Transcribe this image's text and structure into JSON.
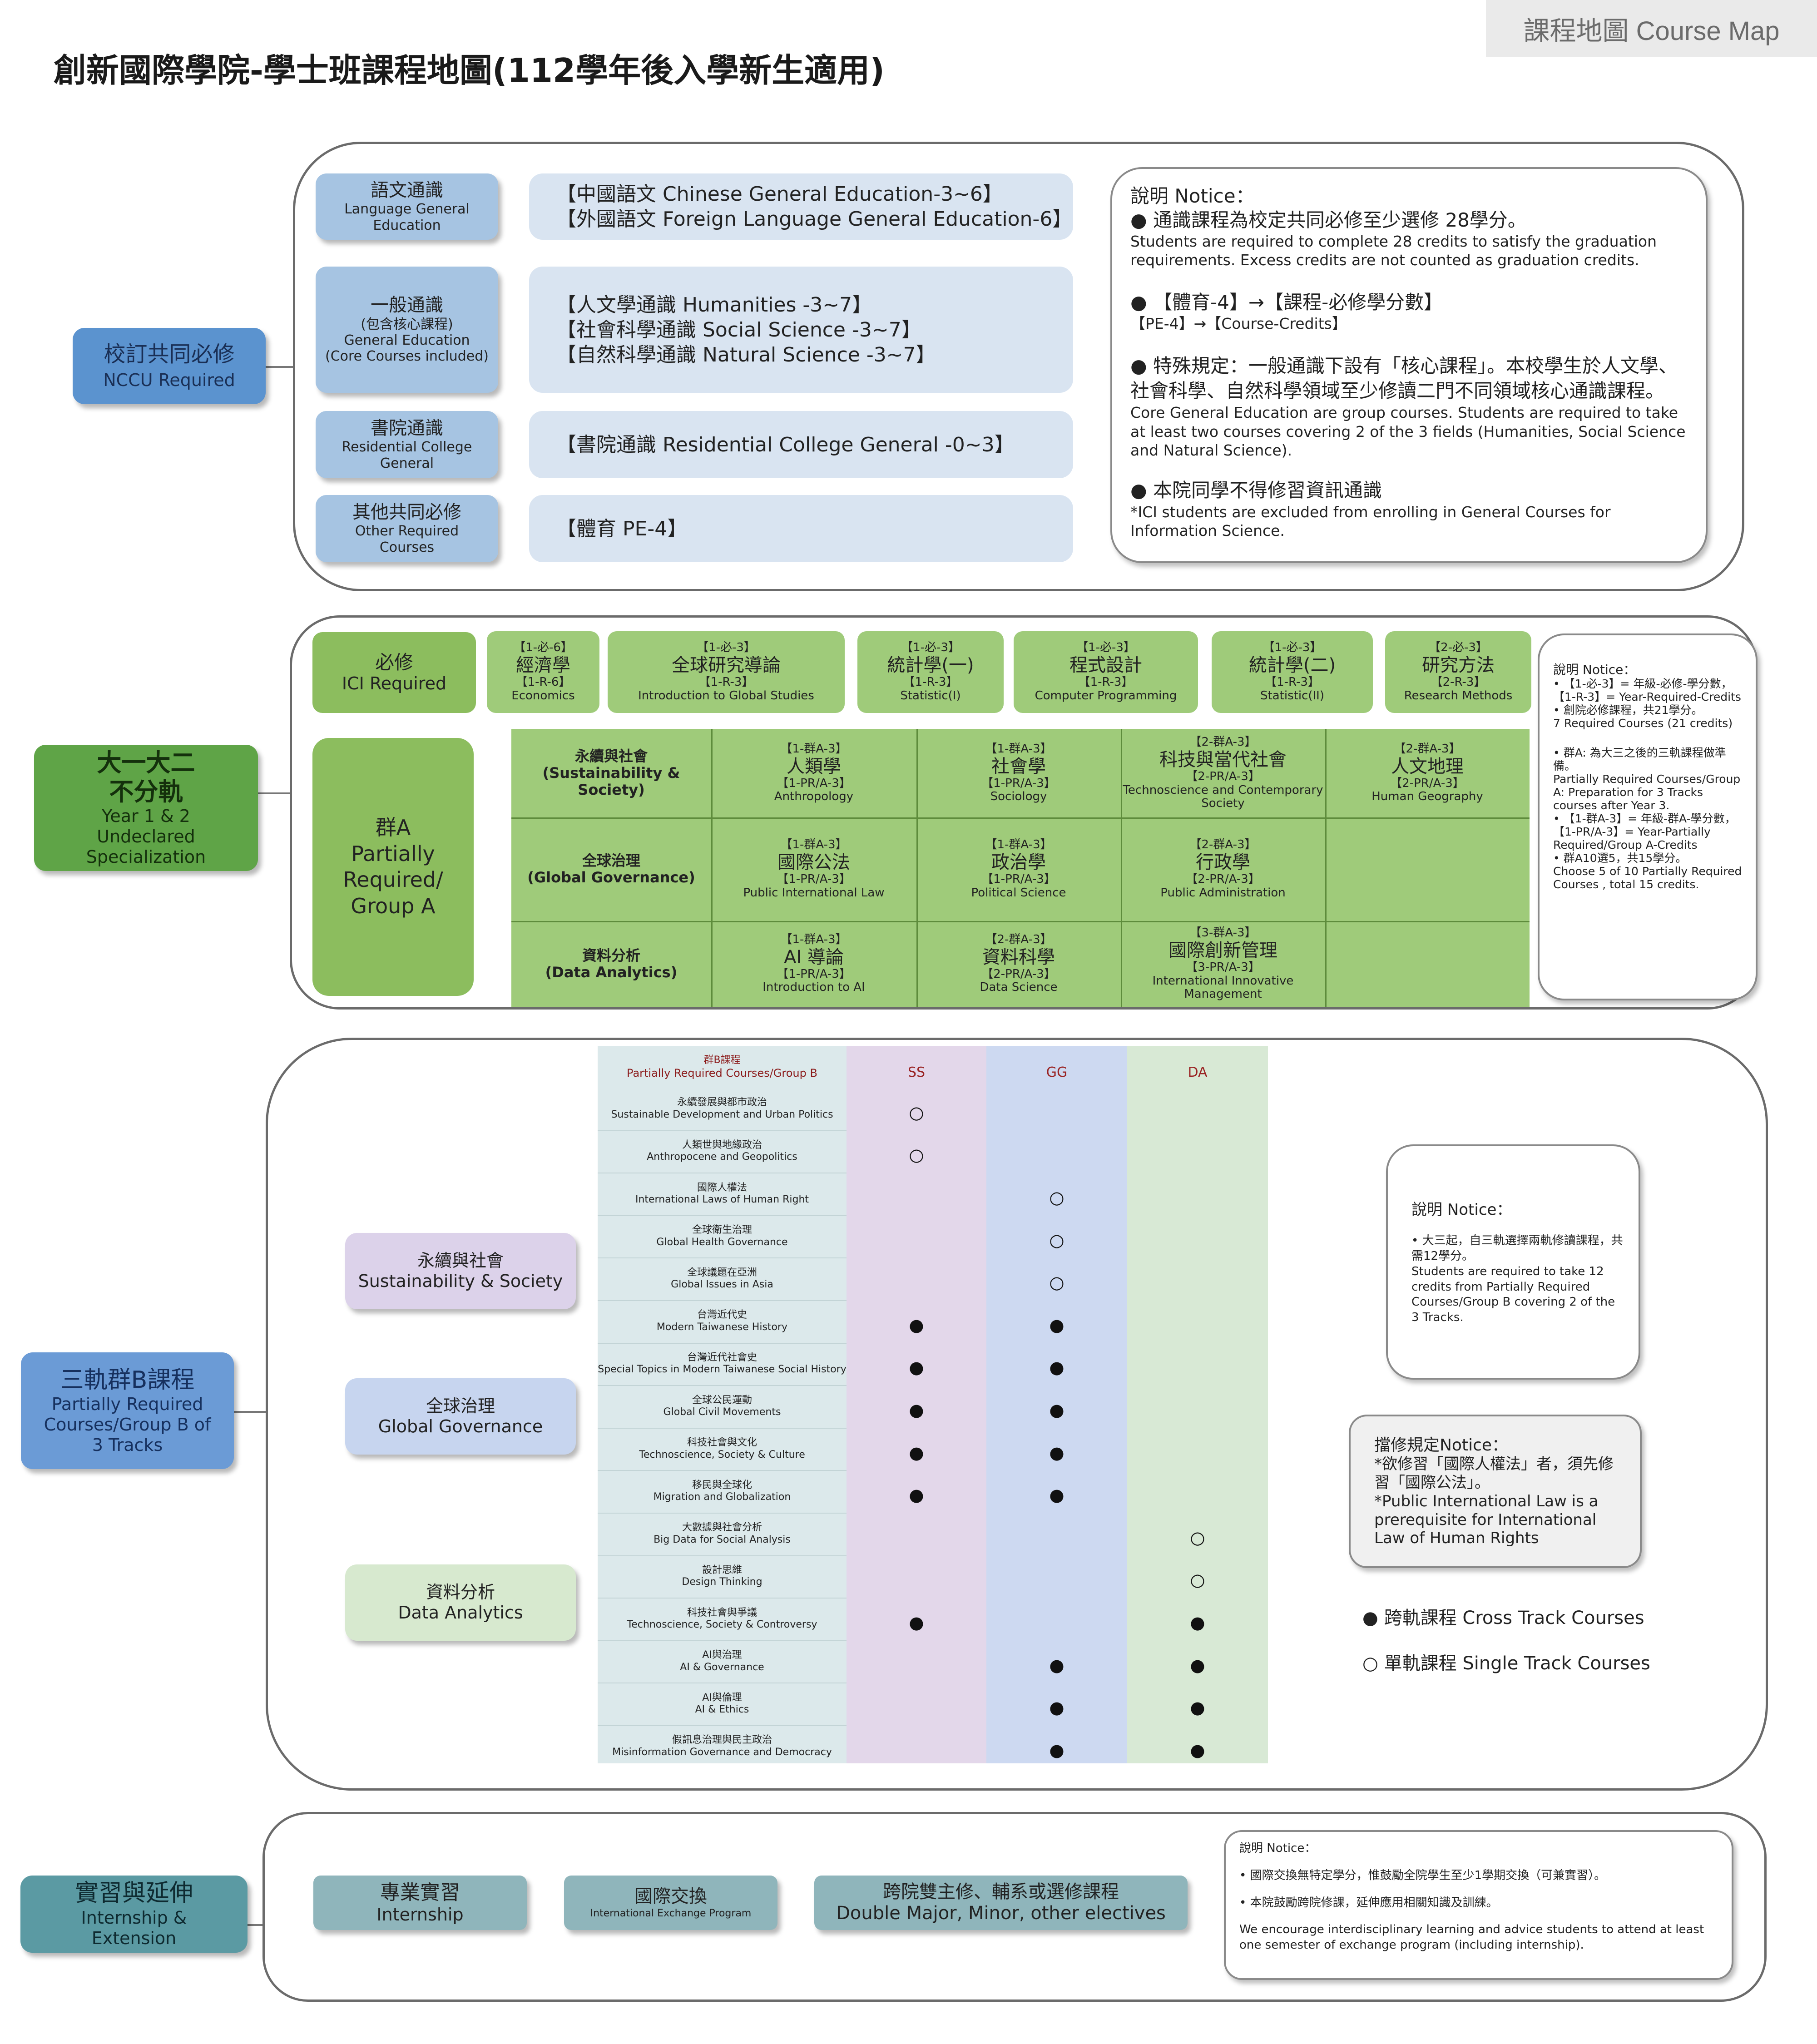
{
  "header": {
    "title": "創新國際學院-學士班課程地圖(112學年後入學新生適用)",
    "tag": "課程地圖 Course Map"
  },
  "sections": {
    "nccu": {
      "zh": "校訂共同必修",
      "en": "NCCU Required"
    },
    "year12": {
      "zh1": "大一大二",
      "zh2": "不分軌",
      "en1": "Year 1 & 2",
      "en2": "Undeclared",
      "en3": "Specialization"
    },
    "groupb": {
      "zh": "三軌群B課程",
      "en1": "Partially Required",
      "en2": "Courses/Group B of",
      "en3": "3 Tracks"
    },
    "intern": {
      "zh": "實習與延伸",
      "en1": "Internship &",
      "en2": "Extension"
    }
  },
  "general": {
    "rows": [
      {
        "zh": "語文通識",
        "en1": "Language General",
        "en2": "Education",
        "en3": "",
        "lines": [
          "【中國語文 Chinese General Education-3~6】",
          "【外國語文 Foreign Language General Education-6】"
        ]
      },
      {
        "zh": "一般通識",
        "en1": "(包含核心課程)",
        "en2": "General Education",
        "en3": "(Core Courses included)",
        "lines": [
          "【人文學通識 Humanities -3~7】",
          "【社會科學通識 Social Science -3~7】",
          "【自然科學通識 Natural Science -3~7】"
        ]
      },
      {
        "zh": "書院通識",
        "en1": "Residential College",
        "en2": "General",
        "en3": "",
        "lines": [
          "【書院通識 Residential College General -0~3】"
        ]
      },
      {
        "zh": "其他共同必修",
        "en1": "Other Required",
        "en2": "Courses",
        "en3": "",
        "lines": [
          "【體育 PE-4】"
        ]
      }
    ],
    "notice": {
      "title": "說明 Notice：",
      "p1_zh": "● 通識課程為校定共同必修至少選修 28學分。",
      "p1_en": "Students are required to complete 28 credits to satisfy the graduation requirements. Excess credits are not counted as graduation credits.",
      "p2_zh": "● 【體育-4】→【課程-必修學分數】",
      "p2_en": "【PE-4】→【Course-Credits】",
      "p3_zh": "● 特殊規定：一般通識下設有「核心課程」。本校學生於人文學、社會科學、自然科學領域至少修讀二門不同領域核心通識課程。",
      "p3_en": "Core General Education are group courses. Students are required to take at least two courses covering 2 of the 3 fields (Humanities, Social Science and Natural Science).",
      "p4_zh": "● 本院同學不得修習資訊通識",
      "p4_en": "*ICI students are excluded from enrolling in General Courses for Information Science."
    }
  },
  "required": {
    "label_zh": "必修",
    "label_en": "ICI Required",
    "courses": [
      {
        "code": "【1-必-6】",
        "zh": "經濟學",
        "code_en": "【1-R-6】",
        "en": "Economics"
      },
      {
        "code": "【1-必-3】",
        "zh": "全球研究導論",
        "code_en": "【1-R-3】",
        "en": "Introduction  to Global Studies"
      },
      {
        "code": "【1-必-3】",
        "zh": "統計學(一)",
        "code_en": "【1-R-3】",
        "en": "Statistic(I)"
      },
      {
        "code": "【1-必-3】",
        "zh": "程式設計",
        "code_en": "【1-R-3】",
        "en": "Computer Programming"
      },
      {
        "code": "【1-必-3】",
        "zh": "統計學(二)",
        "code_en": "【1-R-3】",
        "en": "Statistic(II)"
      },
      {
        "code": "【2-必-3】",
        "zh": "研究方法",
        "code_en": "【2-R-3】",
        "en": "Research Methods"
      }
    ],
    "groupa_label": [
      "群A",
      "Partially",
      "Required/",
      "Group A"
    ],
    "tracks": [
      {
        "zh": "永續與社會",
        "en": "(Sustainability & Society)"
      },
      {
        "zh": "全球治理",
        "en": "(Global Governance)"
      },
      {
        "zh": "資料分析",
        "en": "(Data Analytics)"
      }
    ],
    "grid": [
      [
        {
          "code": "【1-群A-3】",
          "zh": "人類學",
          "code_en": "【1-PR/A-3】",
          "en": "Anthropology"
        },
        {
          "code": "【1-群A-3】",
          "zh": "社會學",
          "code_en": "【1-PR/A-3】",
          "en": "Sociology"
        },
        {
          "code": "【2-群A-3】",
          "zh": "科技與當代社會",
          "code_en": "【2-PR/A-3】",
          "en": "Technoscience  and Contemporary  Society"
        },
        {
          "code": "【2-群A-3】",
          "zh": "人文地理",
          "code_en": "【2-PR/A-3】",
          "en": "Human  Geography"
        }
      ],
      [
        {
          "code": "【1-群A-3】",
          "zh": "國際公法",
          "code_en": "【1-PR/A-3】",
          "en": "Public  International  Law"
        },
        {
          "code": "【1-群A-3】",
          "zh": "政治學",
          "code_en": "【1-PR/A-3】",
          "en": "Political  Science"
        },
        {
          "code": "【2-群A-3】",
          "zh": "行政學",
          "code_en": "【2-PR/A-3】",
          "en": "Public  Administration"
        },
        {
          "code": "",
          "zh": "",
          "code_en": "",
          "en": ""
        }
      ],
      [
        {
          "code": "【1-群A-3】",
          "zh": "AI 導論",
          "code_en": "【1-PR/A-3】",
          "en": "Introduction  to AI"
        },
        {
          "code": "【2-群A-3】",
          "zh": "資料科學",
          "code_en": "【2-PR/A-3】",
          "en": "Data Science"
        },
        {
          "code": "【3-群A-3】",
          "zh": "國際創新管理",
          "code_en": "【3-PR/A-3】",
          "en": "International Innovative Management"
        },
        {
          "code": "",
          "zh": "",
          "code_en": "",
          "en": ""
        }
      ]
    ],
    "notice": {
      "title": "說明 Notice：",
      "l1": "•    【1-必-3】= 年級-必修-學分數，",
      "l2": "【1-R-3】= Year-Required-Credits",
      "l3": "•    創院必修課程，共21學分。",
      "l4": "7 Required Courses (21 credits)",
      "l5": "•    群A: 為大三之後的三軌課程做準備。",
      "l6": "Partially Required Courses/Group A: Preparation for 3 Tracks courses after Year 3.",
      "l7": "•    【1-群A-3】= 年級-群A-學分數，",
      "l8": "【1-PR/A-3】= Year-Partially Required/Group A-Credits",
      "l9": "•    群A10選5，共15學分。",
      "l10": "Choose 5 of 10 Partially Required Courses , total 15 credits."
    }
  },
  "groupb": {
    "tracks": [
      {
        "zh": "永續與社會",
        "en": "Sustainability & Society"
      },
      {
        "zh": "全球治理",
        "en": "Global Governance"
      },
      {
        "zh": "資料分析",
        "en": "Data Analytics"
      }
    ],
    "header_zh": "群B課程",
    "header_en": "Partially  Required Courses/Group B",
    "cols": [
      "SS",
      "GG",
      "DA"
    ],
    "courses": [
      {
        "zh": "永續發展與都市政治",
        "en": "Sustainable Development and Urban Politics",
        "ss": "○",
        "gg": "",
        "da": ""
      },
      {
        "zh": "人類世與地緣政治",
        "en": "Anthropocene and Geopolitics",
        "ss": "○",
        "gg": "",
        "da": ""
      },
      {
        "zh": "國際人權法",
        "en": "International  Laws of Human Right",
        "ss": "",
        "gg": "○",
        "da": ""
      },
      {
        "zh": "全球衛生治理",
        "en": "Global Health Governance",
        "ss": "",
        "gg": "○",
        "da": ""
      },
      {
        "zh": "全球議題在亞洲",
        "en": "Global Issues in Asia",
        "ss": "",
        "gg": "○",
        "da": ""
      },
      {
        "zh": "台灣近代史",
        "en": "Modern Taiwanese History",
        "ss": "●",
        "gg": "●",
        "da": ""
      },
      {
        "zh": "台灣近代社會史",
        "en": "Special Topics in Modern Taiwanese Social History",
        "ss": "●",
        "gg": "●",
        "da": ""
      },
      {
        "zh": "全球公民運動",
        "en": "Global Civil Movements",
        "ss": "●",
        "gg": "●",
        "da": ""
      },
      {
        "zh": "科技社會與文化",
        "en": "Technoscience, Society & Culture",
        "ss": "●",
        "gg": "●",
        "da": ""
      },
      {
        "zh": "移民與全球化",
        "en": "Migration and Globalization",
        "ss": "●",
        "gg": "●",
        "da": ""
      },
      {
        "zh": "大數據與社會分析",
        "en": "Big Data for Social Analysis",
        "ss": "",
        "gg": "",
        "da": "○"
      },
      {
        "zh": "設計思維",
        "en": "Design Thinking",
        "ss": "",
        "gg": "",
        "da": "○"
      },
      {
        "zh": "科技社會與爭議",
        "en": "Technoscience, Society & Controversy",
        "ss": "●",
        "gg": "",
        "da": "●"
      },
      {
        "zh": "AI與治理",
        "en": "AI & Governance",
        "ss": "",
        "gg": "●",
        "da": "●"
      },
      {
        "zh": "AI與倫理",
        "en": "AI & Ethics",
        "ss": "",
        "gg": "●",
        "da": "●"
      },
      {
        "zh": "假訊息治理與民主政治",
        "en": "Misinformation Governance and Democracy",
        "ss": "",
        "gg": "●",
        "da": "●"
      }
    ],
    "notice": {
      "title": "說明 Notice：",
      "l1": "•    大三起，自三軌選擇兩軌修讀課程，共需12學分。",
      "l2": "Students  are required  to take 12 credits from Partially  Required  Courses/Group B covering  2 of the 3 Tracks."
    },
    "rule": {
      "title": "擋修規定Notice：",
      "l1": "*欲修習「國際人權法」者，須先修習「國際公法」。",
      "l2": "*Public International Law is a prerequisite for International Law of Human Rights"
    },
    "legend": {
      "cross": "● 跨軌課程 Cross Track Courses",
      "single": "○ 單軌課程 Single Track Courses"
    }
  },
  "intern": {
    "items": [
      {
        "zh": "專業實習",
        "en": "Internship"
      },
      {
        "zh": "國際交換",
        "en": "International Exchange Program"
      },
      {
        "zh": "跨院雙主修、輔系或選修課程",
        "en": "Double Major, Minor, other electives"
      }
    ],
    "notice": {
      "title": "說明 Notice：",
      "l1": "•     國際交換無特定學分，惟鼓勵全院學生至少1學期交換（可兼實習）。",
      "l2": "•     本院鼓勵跨院修課，延伸應用相關知識及訓練。",
      "l3": "We encourage  interdisciplinary  learning  and advice students  to attend  at least one semester  of exchange  program  (including  internship)."
    },
    "colors": {
      "box": "#8fb5bb",
      "left": "#5b9aa3",
      "mid": "#d7e3e5"
    }
  }
}
